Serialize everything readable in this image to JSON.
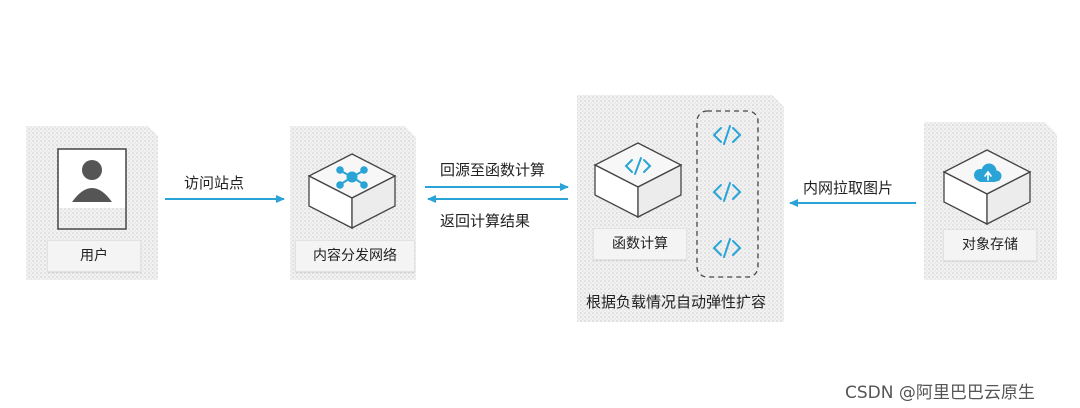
{
  "nodes": {
    "user": {
      "label": "用户"
    },
    "cdn": {
      "label": "内容分发网络"
    },
    "fc": {
      "label": "函数计算",
      "caption": "根据负载情况自动弹性扩容"
    },
    "oss": {
      "label": "对象存储"
    }
  },
  "edges": {
    "visit": "访问站点",
    "back_to_origin": "回源至函数计算",
    "return_result": "返回计算结果",
    "intranet_fetch": "内网拉取图片"
  },
  "watermark": "CSDN @阿里巴巴云原生",
  "colors": {
    "accent": "#2aa4d6",
    "panel": "#eeeeee",
    "dots": "#c9c9c9",
    "tag_bg": "#f4f4f4"
  }
}
